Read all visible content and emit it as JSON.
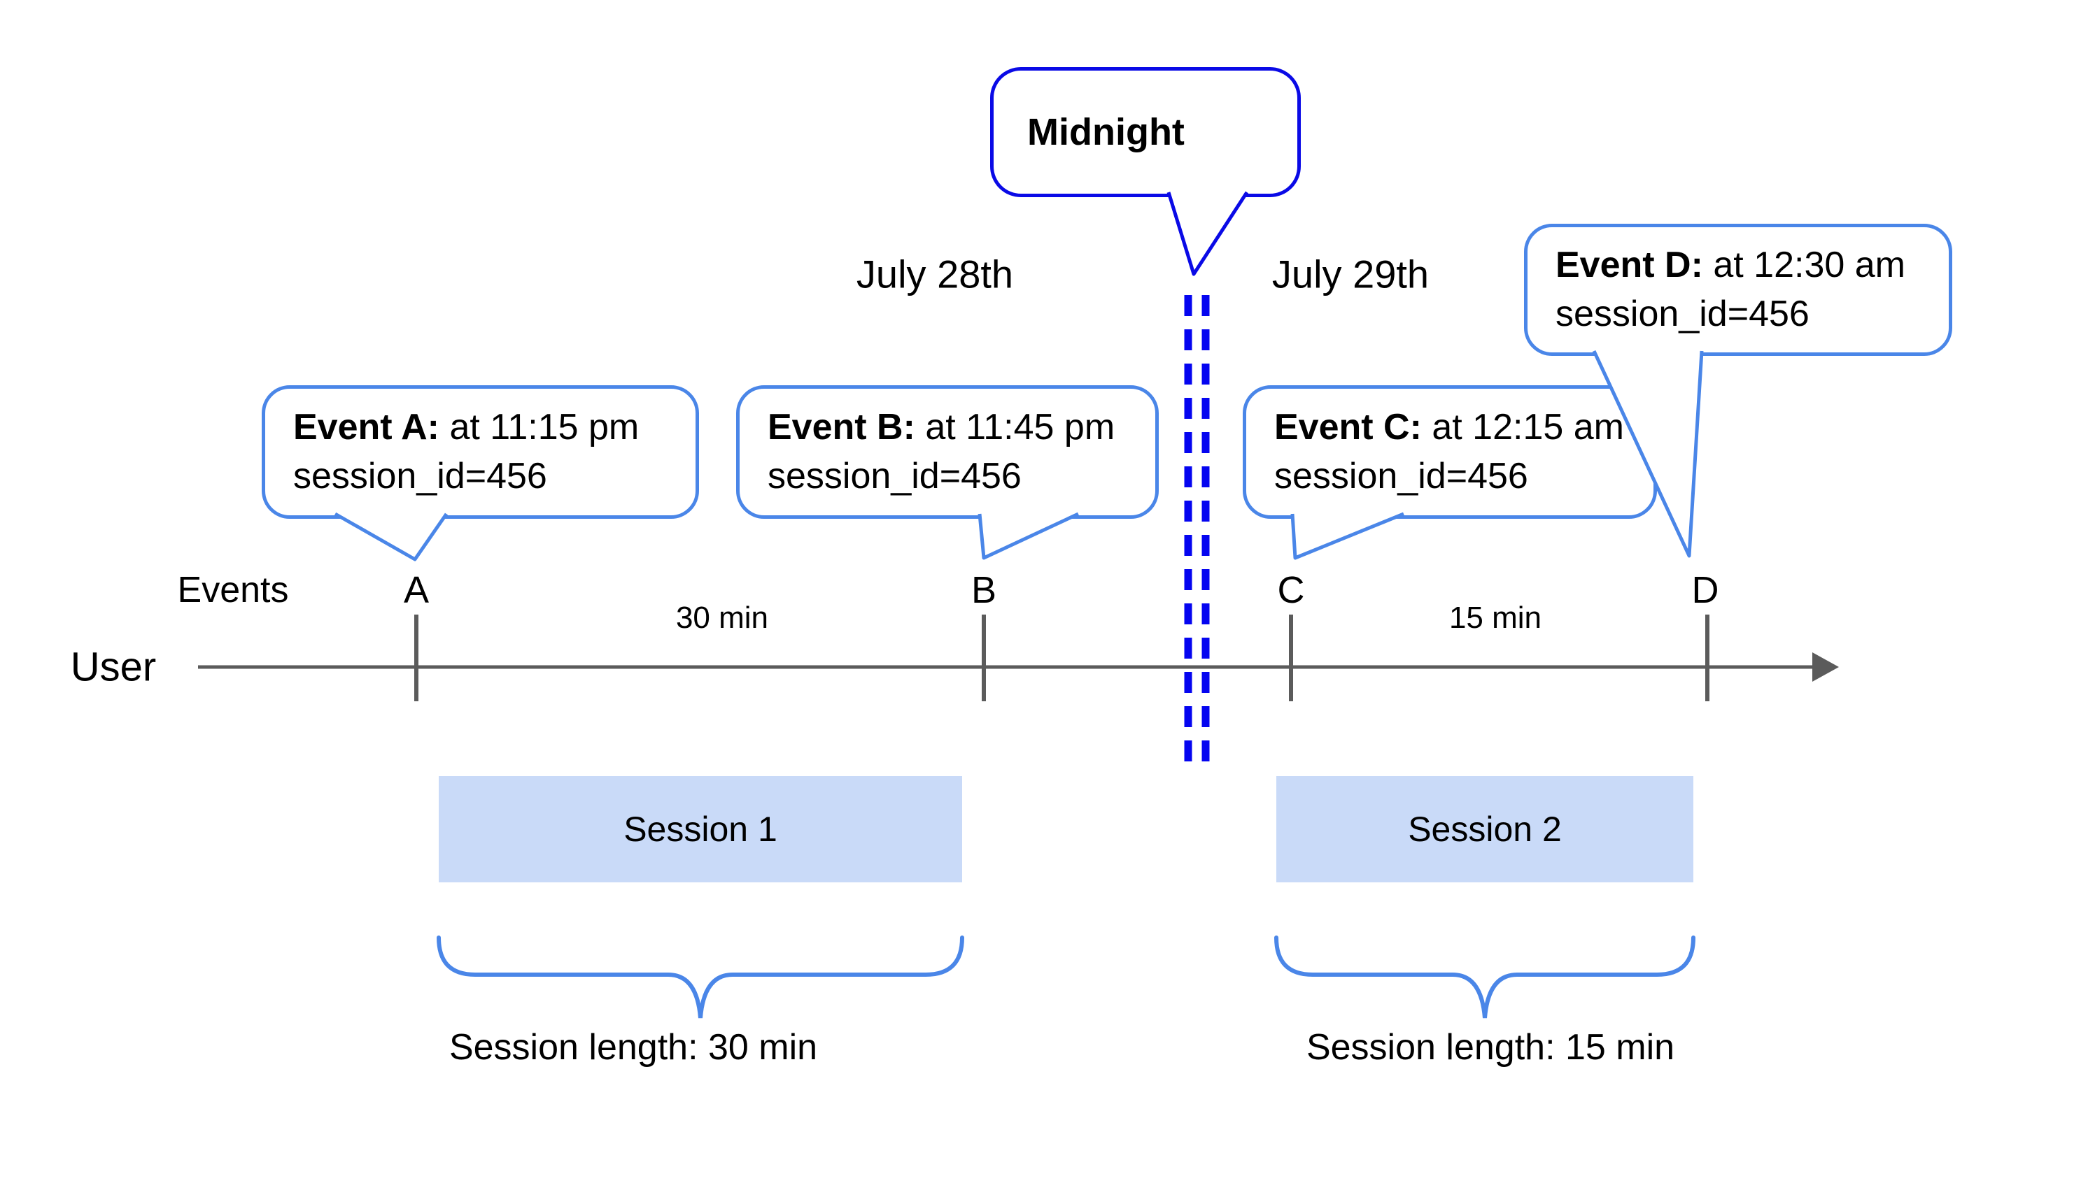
{
  "colors": {
    "accent_blue": "#4a86e8",
    "deep_blue": "#0a0ae6",
    "dash_blue": "#0505f0",
    "session_fill": "#c9daf8",
    "axis_gray": "#5b5b5b",
    "text": "#000000"
  },
  "dates": {
    "left": "July 28th",
    "right": "July 29th"
  },
  "midnight": {
    "label": "Midnight"
  },
  "axis": {
    "events_label": "Events",
    "user_label": "User",
    "tick_a": "A",
    "tick_b": "B",
    "tick_c": "C",
    "tick_d": "D",
    "interval_ab": "30 min",
    "interval_cd": "15 min"
  },
  "bubbles": {
    "a": {
      "bold": "Event A:",
      "rest": " at 11:15 pm",
      "line2": "session_id=456"
    },
    "b": {
      "bold": "Event B:",
      "rest": " at 11:45 pm",
      "line2": "session_id=456"
    },
    "c": {
      "bold": "Event C:",
      "rest": " at 12:15 am",
      "line2": "session_id=456"
    },
    "d": {
      "bold": "Event D:",
      "rest": " at 12:30 am",
      "line2": "session_id=456"
    }
  },
  "sessions": {
    "s1": {
      "label": "Session 1",
      "length": "Session length: 30 min"
    },
    "s2": {
      "label": "Session 2",
      "length": "Session length: 15 min"
    }
  }
}
